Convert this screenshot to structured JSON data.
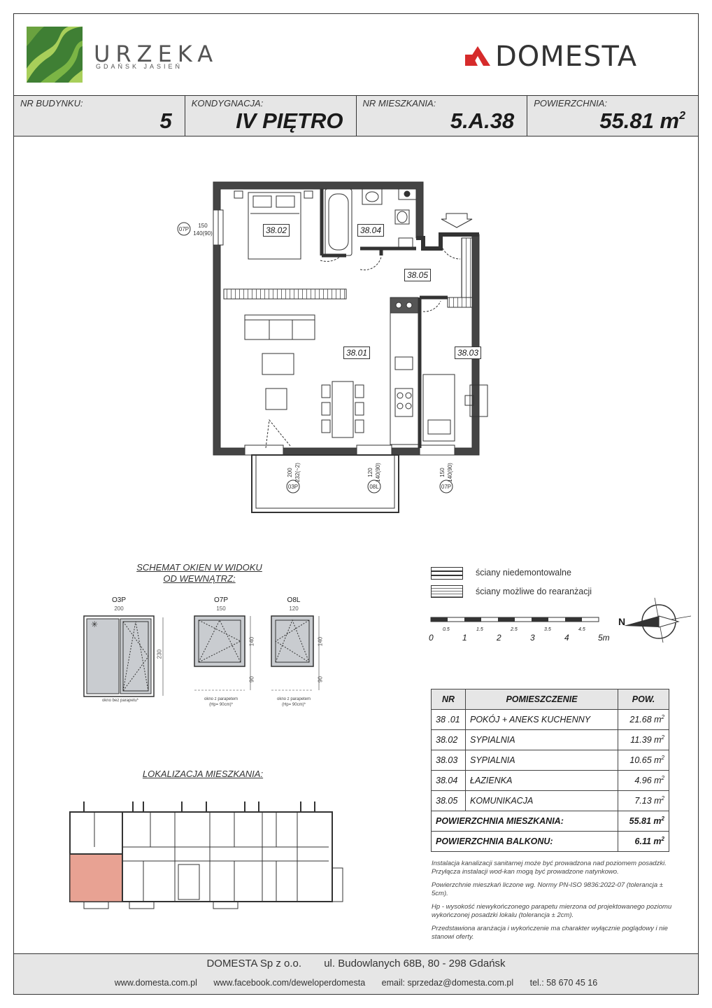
{
  "header": {
    "brand_name": "URZEKA",
    "brand_sub": "GDAŃSK JASIEŃ",
    "developer": "DOMESTA"
  },
  "info": {
    "building_label": "NR BUDYNKU:",
    "building_value": "5",
    "floor_label": "KONDYGNACJA:",
    "floor_value": "IV PIĘTRO",
    "apartment_label": "NR MIESZKANIA:",
    "apartment_value": "5.A.38",
    "area_label": "POWIERZCHNIA:",
    "area_value": "55.81 m",
    "area_unit_sup": "2"
  },
  "plan": {
    "rooms": [
      "38.01",
      "38.02",
      "38.03",
      "38.04",
      "38.05"
    ],
    "window_tags": [
      "07P",
      "03P",
      "08L",
      "07P"
    ],
    "dims": {
      "w07p_left": "150",
      "w07p_left_sub": "140(90)",
      "w03p": "200",
      "w03p_sub": "232(~2)",
      "w08l": "120",
      "w08l_sub": "140(90)",
      "w07p_bottom": "150",
      "w07p_bottom_sub": "140(90)"
    }
  },
  "schema": {
    "title_line1": "SCHEMAT OKIEN W WIDOKU",
    "title_line2": "OD WEWNĄTRZ:",
    "windows": [
      {
        "code": "O3P",
        "width": "200",
        "height": "230",
        "note": "okno bez parapetu*"
      },
      {
        "code": "O7P",
        "width": "150",
        "height": "140",
        "sill": "90",
        "note1": "okno z parapetem",
        "note2": "(Hp= 90cm)*"
      },
      {
        "code": "O8L",
        "width": "120",
        "height": "140",
        "sill": "90",
        "note1": "okno z parapetem",
        "note2": "(Hp= 90cm)*"
      }
    ]
  },
  "legend": {
    "walls_fixed": "ściany niedemontowalne",
    "walls_movable": "ściany możliwe do rearanżacji",
    "scale_major": [
      "0",
      "1",
      "2",
      "3",
      "4",
      "5m"
    ],
    "scale_minor": [
      "0.5",
      "1.5",
      "2.5",
      "3.5",
      "4.5"
    ],
    "north": "N"
  },
  "location": {
    "title": "LOKALIZACJA MIESZKANIA:"
  },
  "table": {
    "headers": {
      "nr": "NR",
      "room": "POMIESZCZENIE",
      "area": "POW."
    },
    "rows": [
      {
        "nr": "38 .01",
        "room": "POKÓJ + ANEKS KUCHENNY",
        "area": "21.68 m"
      },
      {
        "nr": "38.02",
        "room": "SYPIALNIA",
        "area": "11.39 m"
      },
      {
        "nr": "38.03",
        "room": "SYPIALNIA",
        "area": "10.65 m"
      },
      {
        "nr": "38.04",
        "room": "ŁAZIENKA",
        "area": "4.96 m"
      },
      {
        "nr": "38.05",
        "room": "KOMUNIKACJA",
        "area": "7.13 m"
      }
    ],
    "sup": "2",
    "sum_apartment_label": "POWIERZCHNIA MIESZKANIA:",
    "sum_apartment_value": "55.81 m",
    "sum_balcony_label": "POWIERZCHNIA BALKONU:",
    "sum_balcony_value": "6.11 m"
  },
  "notes": [
    "Instalacja kanalizacji sanitarnej może być prowadzona nad poziomem posadzki. Przyłącza instalacji wod-kan mogą być prowadzone natynkowo.",
    "Powierzchnie mieszkań liczone wg. Normy PN-ISO 9836:2022-07 (tolerancja ± 5cm).",
    "Hp - wysokość niewykończonego parapetu mierzona od projektowanego poziomu wykończonej posadzki lokalu (tolerancja ± 2cm).",
    "Przedstawiona aranżacja i wykończenie ma charakter wyłącznie poglądowy i nie stanowi oferty."
  ],
  "footer": {
    "company": "DOMESTA Sp z o.o.",
    "address": "ul. Budowlanych 68B, 80 - 298 Gdańsk",
    "website": "www.domesta.com.pl",
    "facebook": "www.facebook.com/deweloperdomesta",
    "email": "email: sprzedaz@domesta.com.pl",
    "phone": "tel.: 58 670 45 16"
  },
  "colors": {
    "panel_gray": "#e6e6e6",
    "wall": "#333333",
    "location_highlight": "#e8a293",
    "logo_green_dark": "#4a8a3a",
    "logo_green_light": "#a8cf5a",
    "domesta_red": "#d62b2b"
  }
}
